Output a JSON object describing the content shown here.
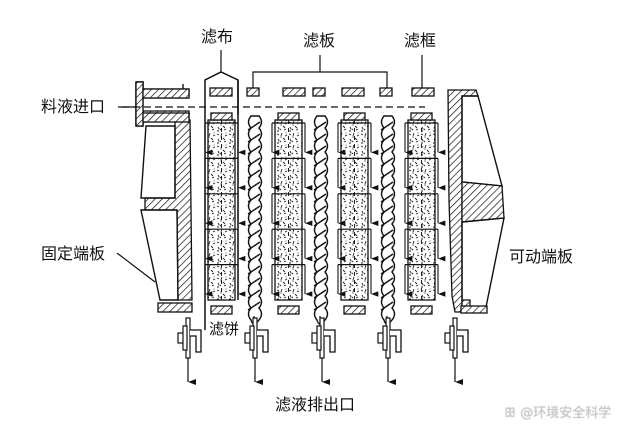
{
  "title": "板框压滤机结构示意图",
  "labels": {
    "filter_cloth": "滤布",
    "filter_plate": "滤板",
    "filter_frame": "滤框",
    "feed_inlet": "料液进口",
    "fixed_end_plate": "固定端板",
    "movable_end_plate": "可动端板",
    "filter_cake": "滤饼",
    "filtrate_outlet": "滤液排出口"
  },
  "watermark": {
    "icon": "app-logo-icon",
    "text": "@环境安全科学"
  },
  "components": {
    "frames_count": 4,
    "plates_count": 3,
    "outlet_valves_count": 5,
    "flow_arrow_rows_per_frame": 5
  },
  "colors": {
    "ink": "#111111",
    "background": "#ffffff",
    "watermark": "#c9c9c9"
  }
}
